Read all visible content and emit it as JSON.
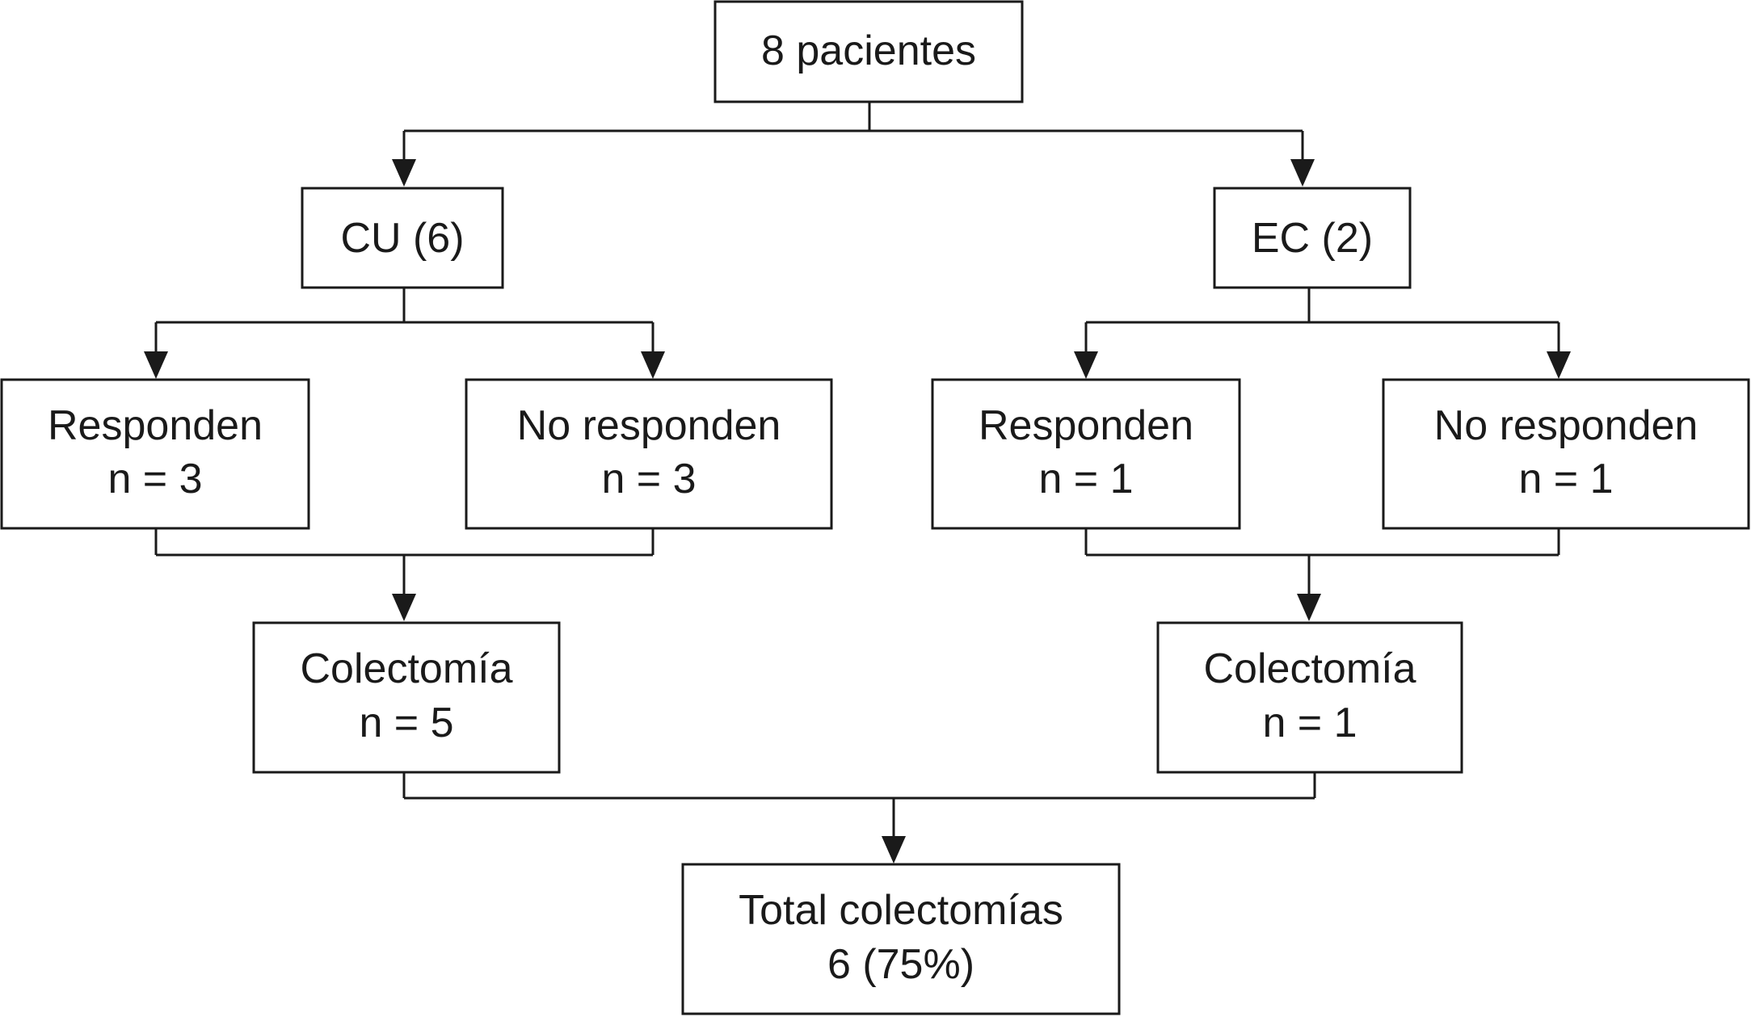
{
  "diagram": {
    "root": {
      "label": "8 pacientes"
    },
    "cu": {
      "label": "CU (6)",
      "responden": {
        "line1": "Responden",
        "line2": "n = 3"
      },
      "no_responden": {
        "line1": "No responden",
        "line2": "n = 3"
      },
      "colectomia": {
        "line1": "Colectomía",
        "line2": "n = 5"
      }
    },
    "ec": {
      "label": "EC (2)",
      "responden": {
        "line1": "Responden",
        "line2": "n = 1"
      },
      "no_responden": {
        "line1": "No responden",
        "line2": "n = 1"
      },
      "colectomia": {
        "line1": "Colectomía",
        "line2": "n = 1"
      }
    },
    "total": {
      "line1": "Total colectomías",
      "line2": "6 (75%)"
    }
  }
}
